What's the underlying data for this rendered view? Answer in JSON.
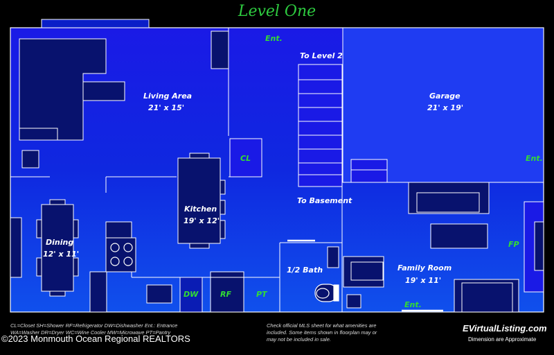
{
  "title": "Level One",
  "rooms": {
    "living": {
      "name": "Living Area",
      "dims": "21' x 15'"
    },
    "garage": {
      "name": "Garage",
      "dims": "21' x 19'"
    },
    "kitchen": {
      "name": "Kitchen",
      "dims": "19' x 12'"
    },
    "dining": {
      "name": "Dining",
      "dims": "12' x 11'"
    },
    "family": {
      "name": "Family Room",
      "dims": "19' x 11'"
    },
    "half_bath": {
      "name": "1/2 Bath"
    }
  },
  "labels": {
    "entrance": "Ent.",
    "to_level_2": "To Level 2",
    "to_basement": "To Basement",
    "closet": "CL",
    "fireplace": "FP",
    "dishwasher": "DW",
    "refrigerator": "RF",
    "pantry": "PT"
  },
  "footer": {
    "legend_line1": "CL=Closet  SH=Shower RF=Refrigerator  DW=Dishwasher Ent.: Entrance",
    "legend_line2": "WA=Washer DR=Dryer WC=Wine Cooler  MW=Microwave  PT=Pantry",
    "disclaimer_line1": "Check official MLS sheet for what amenities are",
    "disclaimer_line2": "included. Some items shown in floorplan may or",
    "disclaimer_line3": "may not be included in sale.",
    "brand": "EVirtualListing.com",
    "dimensions_note": "Dimension are Approximate",
    "copyright": "©2023 Monmouth Ocean Regional REALTORS"
  }
}
